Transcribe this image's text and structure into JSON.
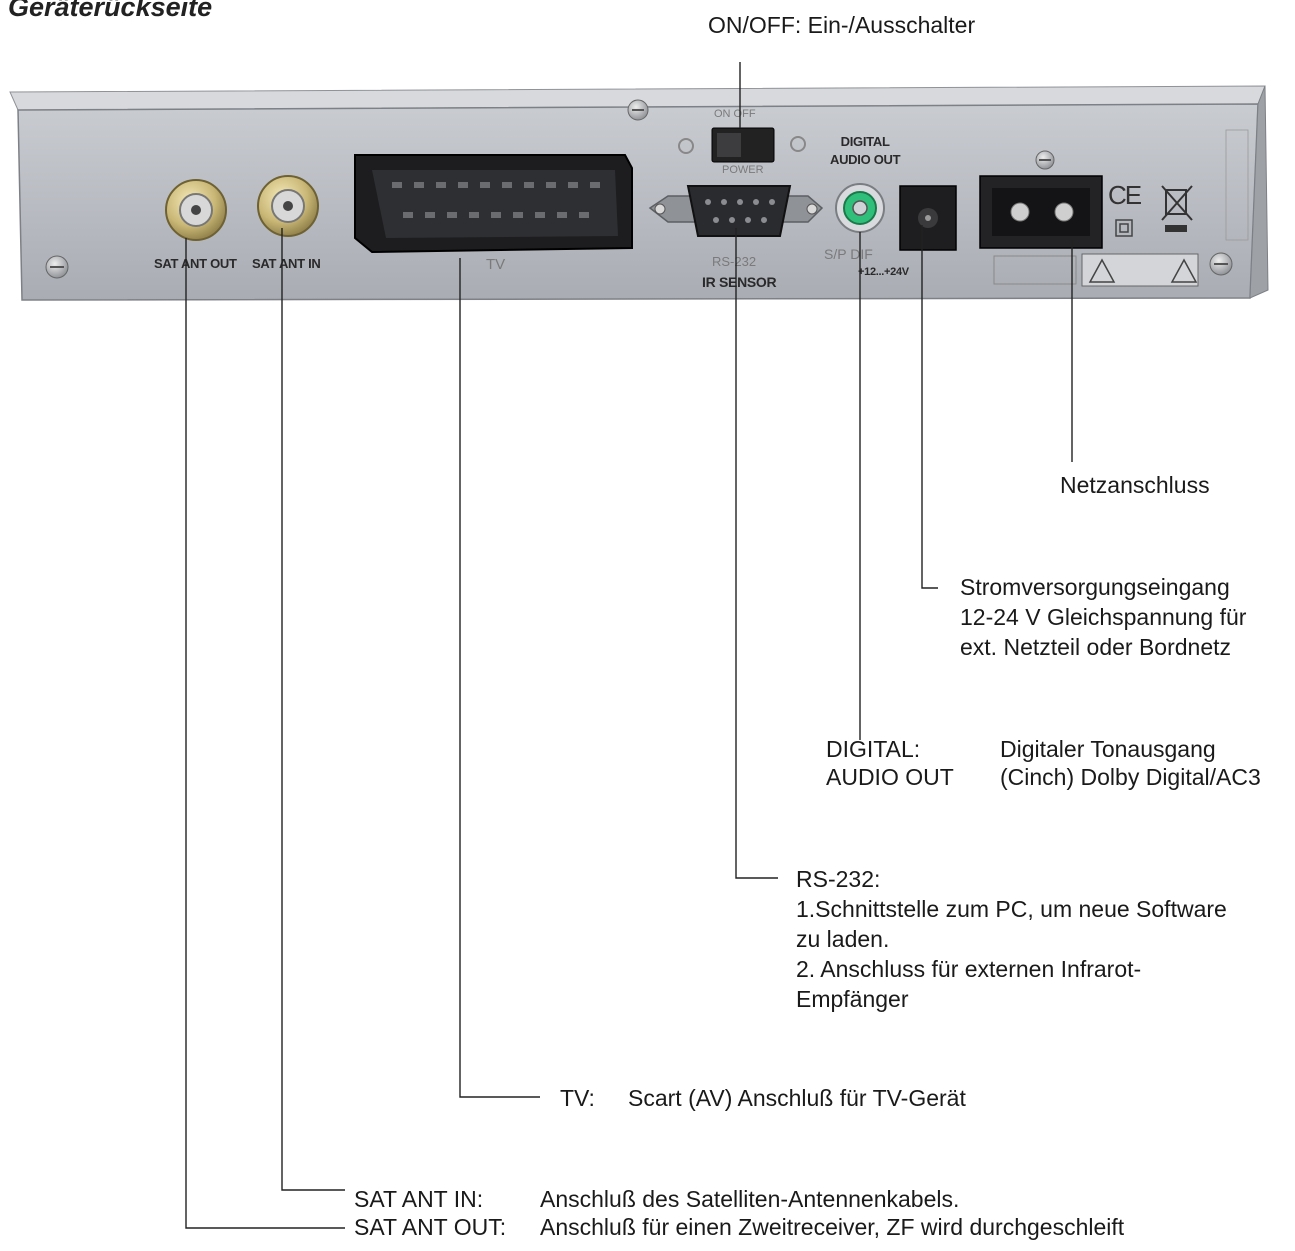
{
  "title": "Geräterückseite",
  "panel_labels": {
    "sat_ant_out": "SAT ANT OUT",
    "sat_ant_in": "SAT ANT IN",
    "tv": "TV",
    "on_off": "ON  OFF",
    "power": "POWER",
    "rs232": "RS-232",
    "ir_sensor": "IR SENSOR",
    "digital_audio_out": "DIGITAL\nAUDIO OUT",
    "spdif": "S/P DIF",
    "dc_in": "+12...+24V",
    "ce": "CE"
  },
  "callouts": {
    "on_off": "ON/OFF: Ein-/Ausschalter",
    "netz": "Netzanschluss",
    "strom_1": "Stromversorgungseingang",
    "strom_2": "12-24 V Gleichspannung für",
    "strom_3": "ext. Netzteil oder Bordnetz",
    "digital_term_1": "DIGITAL:",
    "digital_term_2": "AUDIO OUT",
    "digital_desc_1": "Digitaler Tonausgang",
    "digital_desc_2": "(Cinch) Dolby Digital/AC3",
    "rs232_1": "RS-232:",
    "rs232_2": "1.Schnittstelle zum PC, um neue Software",
    "rs232_3": "zu laden.",
    "rs232_4": "2. Anschluss für externen Infrarot-",
    "rs232_5": "Empfänger",
    "tv_term": "TV:",
    "tv_desc": "Scart (AV) Anschluß für TV-Gerät",
    "sat_in_term": "SAT ANT IN:",
    "sat_in_desc": "Anschluß des Satelliten-Antennenkabels.",
    "sat_out_term": "SAT ANT OUT:",
    "sat_out_desc": "Anschluß für einen Zweitreceiver, ZF wird durchgeschleift"
  }
}
